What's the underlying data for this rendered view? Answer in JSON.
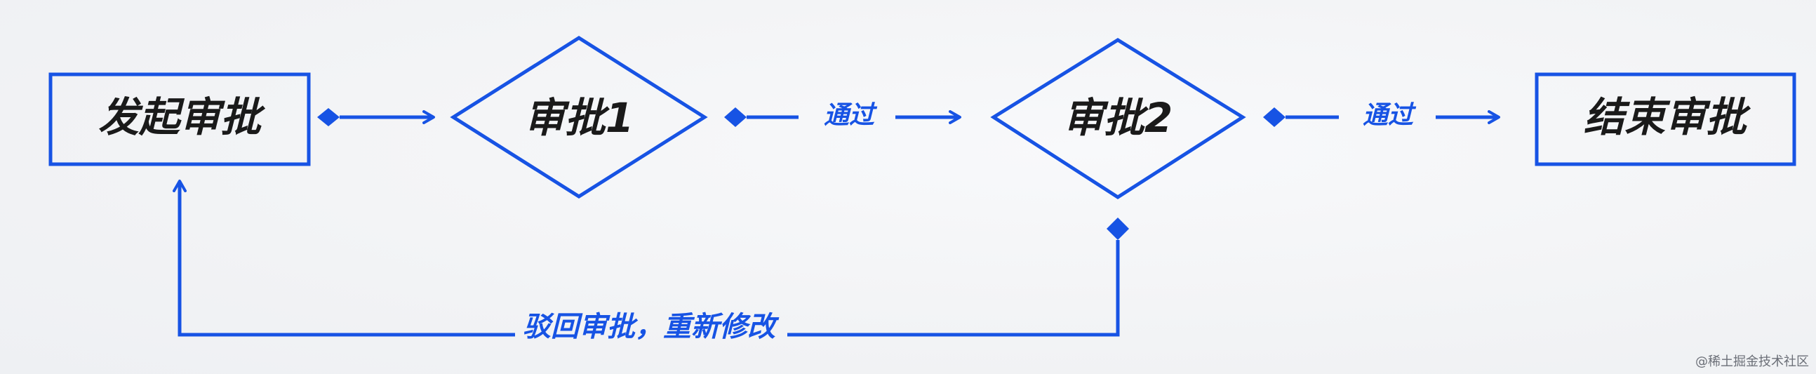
{
  "diagram": {
    "nodes": {
      "start": "发起审批",
      "approval1": "审批1",
      "approval2": "审批2",
      "end": "结束审批"
    },
    "edges": {
      "pass1": "通过",
      "pass2": "通过",
      "reject": "驳回审批，重新修改"
    },
    "colors": {
      "accent": "#1753e4",
      "text": "#1a1a1a"
    }
  },
  "watermark": "@稀土掘金技术社区"
}
